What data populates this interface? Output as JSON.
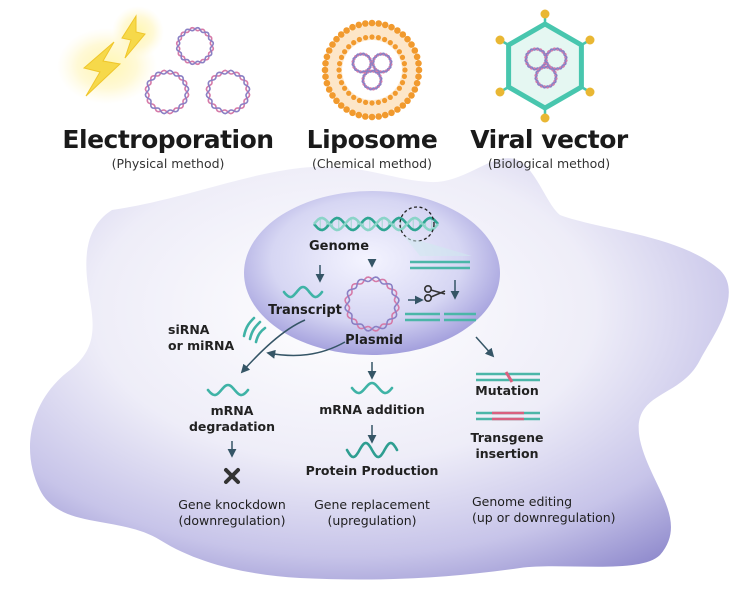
{
  "methods": [
    {
      "name": "Electroporation",
      "type": "(Physical method)"
    },
    {
      "name": "Liposome",
      "type": "(Chemical method)"
    },
    {
      "name": "Viral vector",
      "type": "(Biological method)"
    }
  ],
  "nucleus": {
    "genome": "Genome",
    "transcript": "Transcript",
    "plasmid": "Plasmid"
  },
  "interference": {
    "label_line1": "siRNA",
    "label_line2": "or miRNA"
  },
  "knockdown": {
    "step_line1": "mRNA",
    "step_line2": "degradation",
    "result_line1": "Gene knockdown",
    "result_line2": "(downregulation)"
  },
  "replacement": {
    "step": "mRNA addition",
    "product": "Protein Production",
    "result_line1": "Gene replacement",
    "result_line2": "(upregulation)"
  },
  "editing": {
    "mutation": "Mutation",
    "insertion_line1": "Transgene",
    "insertion_line2": "insertion",
    "result_line1": "Genome editing",
    "result_line2": "(up or downregulation)"
  },
  "colors": {
    "teal": "#3fb3a6",
    "pink": "#d57aa8",
    "purple": "#8a80c4",
    "lightning": "#f2d43e",
    "lipid_head": "#f19a2e",
    "viral_shell": "#48c6ae",
    "viral_knob": "#e9b733",
    "arrow": "#355566"
  },
  "icons": [
    "lightning-icon",
    "plasmid-icon",
    "liposome-icon",
    "viral-capsid-icon",
    "dna-helix-icon",
    "rna-strand-icon",
    "scissors-icon",
    "x-mark-icon"
  ]
}
